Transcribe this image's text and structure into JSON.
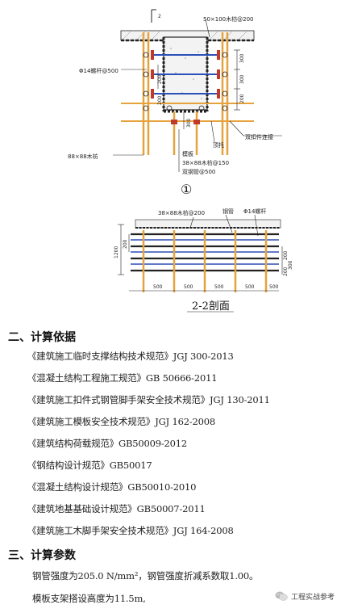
{
  "figure1": {
    "label_top_section": "2",
    "label_top_timber": "50×100木枋@200",
    "label_bolt": "Φ14螺杆@500",
    "dim_200_a": "200",
    "dim_300_a": "300",
    "dim_300_b": "300",
    "dim_200_b": "200",
    "dim_200_c": "200",
    "dim_300_c": "300",
    "label_double_fastener": "双扣件连接",
    "label_ejector": "顶托",
    "label_88_timber": "88×88木枋",
    "label_formwork": "模板",
    "label_38_timber": "38×88木枋@150",
    "label_double_pipe": "双钢管@500",
    "number": "①"
  },
  "figure2": {
    "label_timber": "38×88木枋@200",
    "label_pipe": "钢管",
    "label_bolt": "Φ14螺杆",
    "dim_1200": "1200",
    "dim_200_left": "200",
    "dim_200_r1": "200",
    "dim_300_r": "300",
    "dim_200_r2": "200",
    "spacings": [
      "500",
      "500",
      "500",
      "500",
      "500"
    ],
    "caption": "2-2剖面"
  },
  "section_basis": {
    "title": "二、计算依据",
    "refs": [
      "《建筑施工临时支撑结构技术规范》JGJ 300-2013",
      "《混凝土结构工程施工规范》GB 50666-2011",
      "《建筑施工扣件式钢管脚手架安全技术规范》JGJ 130-2011",
      "《建筑施工模板安全技术规范》JGJ 162-2008",
      "《建筑结构荷载规范》GB50009-2012",
      "《钢结构设计规范》GB50017",
      "《混凝土结构设计规范》GB50010-2010",
      "《建筑地基基础设计规范》GB50007-2011",
      "《建筑施工木脚手架安全技术规范》JGJ 164-2008"
    ]
  },
  "section_params": {
    "title": "三、计算参数",
    "line1": "钢管强度为205.0 N/mm²，钢管强度折减系数取1.00。",
    "line2": "模板支架搭设高度为11.5m,"
  },
  "watermark": {
    "text": "工程实战参考"
  }
}
